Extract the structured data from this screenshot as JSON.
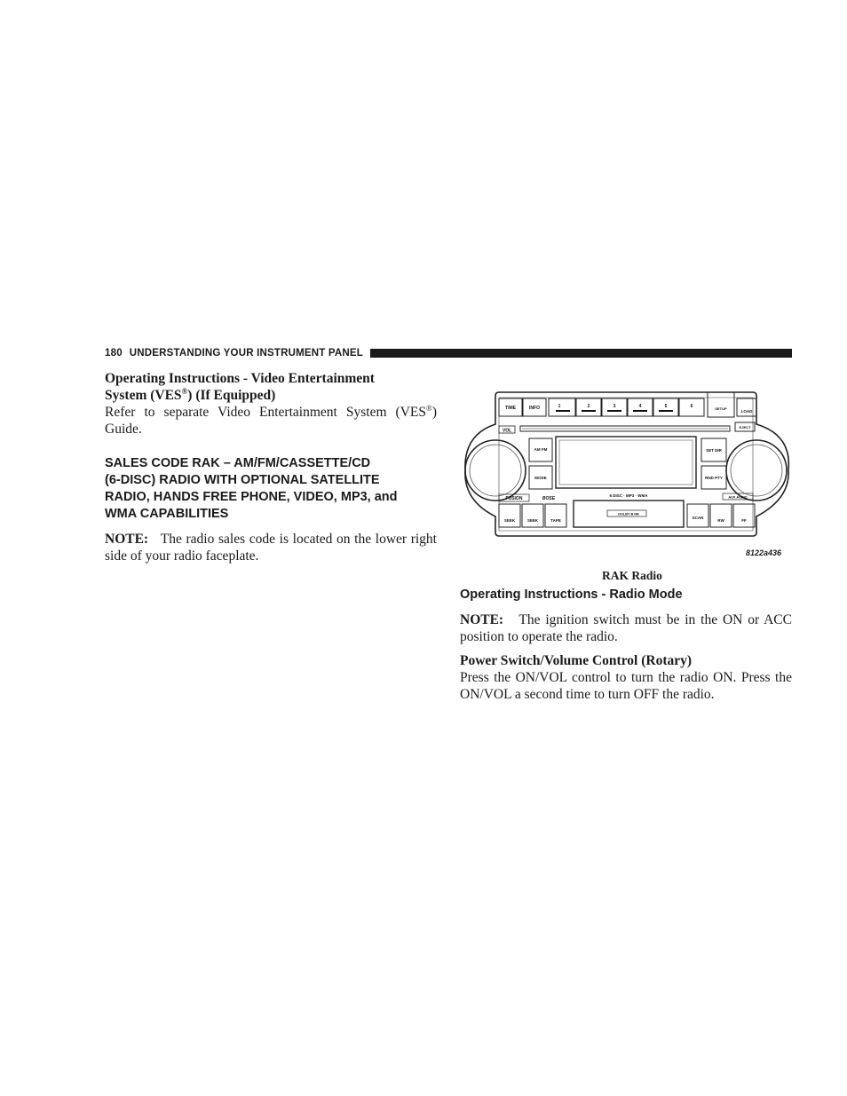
{
  "header": {
    "page_number": "180",
    "title": "UNDERSTANDING YOUR INSTRUMENT PANEL"
  },
  "left": {
    "ves_heading_line1": "Operating Instructions - Video Entertainment",
    "ves_heading_line2_a": "System (VES",
    "ves_heading_line2_reg": "®",
    "ves_heading_line2_b": ") (If Equipped)",
    "ves_body_a": "Refer to separate Video Entertainment System (VES",
    "ves_body_reg": "®",
    "ves_body_b": ") Guide.",
    "rak_heading_lines": [
      "SALES CODE RAK – AM/FM/CASSETTE/CD",
      "(6-DISC) RADIO WITH OPTIONAL SATELLITE",
      "RADIO, HANDS FREE PHONE, VIDEO, MP3, and",
      "WMA CAPABILITIES"
    ],
    "note_label": "NOTE:",
    "note_text": "The radio sales code is located on the lower right side of your radio faceplate."
  },
  "figure": {
    "caption": "RAK Radio",
    "figure_id": "8122a436",
    "buttons_top": [
      "TIME",
      "INFO",
      "1",
      "2",
      "3",
      "4",
      "5",
      "6",
      "SETUP",
      "LOAD",
      "EJECT"
    ],
    "buttons_left": [
      "AM FM",
      "MODE"
    ],
    "buttons_right": [
      "SET DIR",
      "RND PTY"
    ],
    "labels": {
      "vol": "VOL",
      "fusion": "FUSION",
      "bose": "BOSE",
      "disc_line": "6 DISC · MP3 · WMA",
      "tape_label": "DOLBY B NR",
      "aux": "AUX AUDIO"
    },
    "buttons_bottom": [
      "SEEK",
      "SEEK",
      "TAPE",
      "SCAN",
      "RW",
      "FF"
    ]
  },
  "right": {
    "radio_mode_heading": "Operating Instructions - Radio Mode",
    "note_label": "NOTE:",
    "note_text": "The ignition switch must be in the ON or ACC position to operate the radio.",
    "power_heading": "Power Switch/Volume Control (Rotary)",
    "power_body": "Press the ON/VOL control to turn the radio ON. Press the ON/VOL a second time to turn OFF the radio."
  }
}
